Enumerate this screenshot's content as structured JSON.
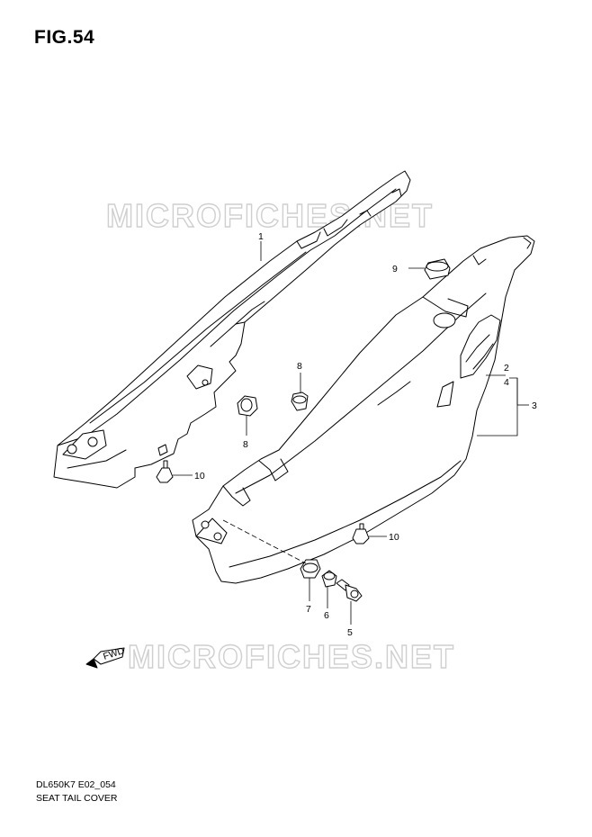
{
  "figure": {
    "title": "FIG.54"
  },
  "watermark": {
    "text": "MICROFICHES.NET"
  },
  "fwd_label": "FWD",
  "callouts": {
    "c1": "1",
    "c2": "2",
    "c3": "3",
    "c4": "4",
    "c5": "5",
    "c6": "6",
    "c7": "7",
    "c8a": "8",
    "c8b": "8",
    "c9": "9",
    "c10a": "10",
    "c10b": "10"
  },
  "footer": {
    "model_code": "DL650K7 E02_054",
    "section_name": "SEAT TAIL COVER"
  }
}
